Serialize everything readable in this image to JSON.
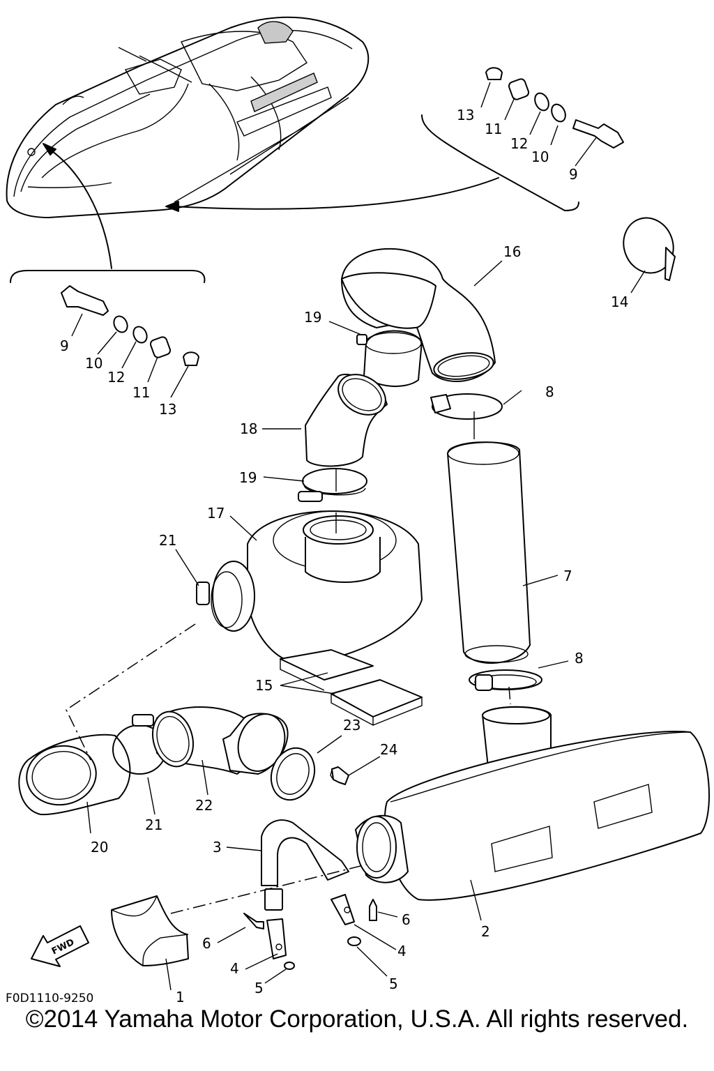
{
  "figure_id": "F0D1110-9250",
  "copyright": "©2014 Yamaha Motor Corporation, U.S.A. All rights reserved.",
  "fwd_label": "FWD",
  "callouts": {
    "c1": "1",
    "c2": "2",
    "c3": "3",
    "c4a": "4",
    "c4b": "4",
    "c5a": "5",
    "c5b": "5",
    "c6a": "6",
    "c6b": "6",
    "c7": "7",
    "c8a": "8",
    "c8b": "8",
    "c9a": "9",
    "c9b": "9",
    "c10a": "10",
    "c10b": "10",
    "c11a": "11",
    "c11b": "11",
    "c12a": "12",
    "c12b": "12",
    "c13a": "13",
    "c13b": "13",
    "c14": "14",
    "c15": "15",
    "c16": "16",
    "c17": "17",
    "c18": "18",
    "c19a": "19",
    "c19b": "19",
    "c20": "20",
    "c21a": "21",
    "c21b": "21",
    "c22": "22",
    "c23": "23",
    "c24": "24"
  }
}
